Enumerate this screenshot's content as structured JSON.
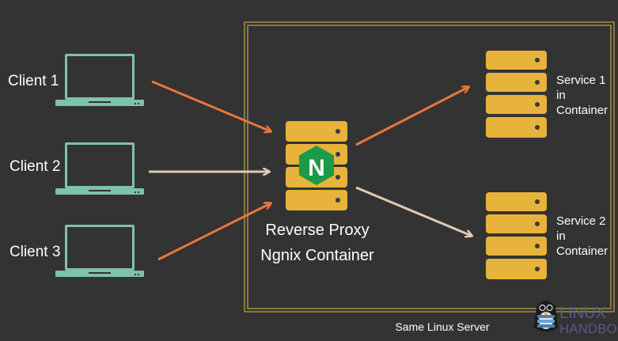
{
  "clients": [
    {
      "label": "Client 1"
    },
    {
      "label": "Client 2"
    },
    {
      "label": "Client 3"
    }
  ],
  "proxy": {
    "line1": "Reverse Proxy",
    "line2": "Ngnix Container",
    "logo_letter": "N"
  },
  "services": [
    {
      "lines": [
        "Service 1",
        "in",
        "Container"
      ]
    },
    {
      "lines": [
        "Service 2",
        "in",
        "Container"
      ]
    }
  ],
  "server_label": "Same Linux Server",
  "brand": {
    "line1": "LINUX",
    "line2": "HANDBOOK"
  },
  "colors": {
    "background": "#333333",
    "laptop": "#7dc3a8",
    "server": "#e8b33a",
    "server_dot": "#3a3a3a",
    "nginx_green": "#1b9a4a",
    "arrow_orange": "#e8773a",
    "arrow_beige": "#e0cbb0",
    "frame": "#c8a24a"
  },
  "icons": [
    "laptop-icon",
    "server-icon",
    "nginx-logo-icon",
    "tux-penguin-icon"
  ]
}
